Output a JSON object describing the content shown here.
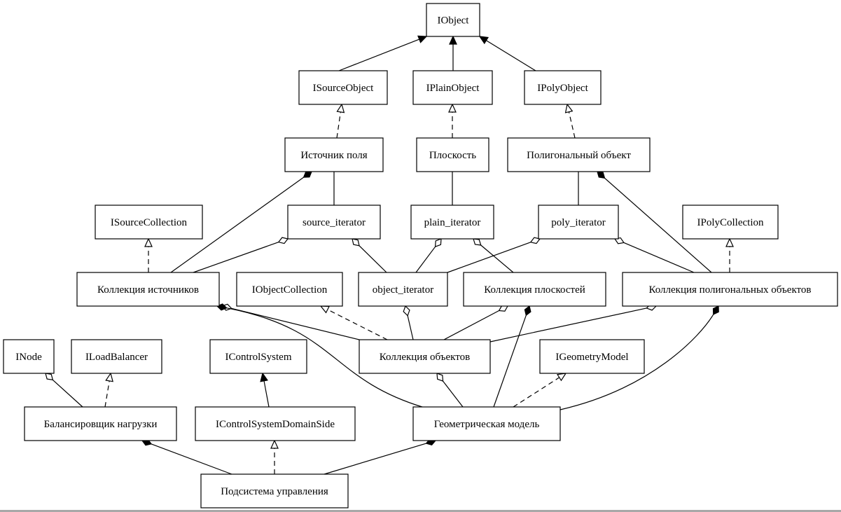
{
  "diagram": {
    "title": "",
    "nodes": [
      {
        "id": "iobject",
        "label": "IObject"
      },
      {
        "id": "isourceobject",
        "label": "ISourceObject"
      },
      {
        "id": "iplainobject",
        "label": "IPlainObject"
      },
      {
        "id": "ipolyobject",
        "label": "IPolyObject"
      },
      {
        "id": "field_source",
        "label": "Источник поля"
      },
      {
        "id": "plane",
        "label": "Плоскость"
      },
      {
        "id": "poly_object",
        "label": "Полигональный объект"
      },
      {
        "id": "isourcecollection",
        "label": "ISourceCollection"
      },
      {
        "id": "source_iterator",
        "label": "source_iterator"
      },
      {
        "id": "plain_iterator",
        "label": "plain_iterator"
      },
      {
        "id": "poly_iterator",
        "label": "poly_iterator"
      },
      {
        "id": "ipolycollection",
        "label": "IPolyCollection"
      },
      {
        "id": "source_collection",
        "label": "Коллекция источников"
      },
      {
        "id": "iobjectcollection",
        "label": "IObjectCollection"
      },
      {
        "id": "object_iterator",
        "label": "object_iterator"
      },
      {
        "id": "plane_collection",
        "label": "Коллекция плоскостей"
      },
      {
        "id": "poly_collection",
        "label": "Коллекция полигональных объектов"
      },
      {
        "id": "inode",
        "label": "INode"
      },
      {
        "id": "iloadbalancer",
        "label": "ILoadBalancer"
      },
      {
        "id": "icontrolsystem",
        "label": "IControlSystem"
      },
      {
        "id": "object_collection",
        "label": "Коллекция объектов"
      },
      {
        "id": "igeometrymodel",
        "label": "IGeometryModel"
      },
      {
        "id": "load_balancer",
        "label": "Балансировщик нагрузки"
      },
      {
        "id": "icontrolsystemdomainside",
        "label": "IControlSystemDomainSide"
      },
      {
        "id": "geometry_model",
        "label": "Геометрическая модель"
      },
      {
        "id": "control_subsystem",
        "label": "Подсистема управления"
      }
    ],
    "edges": [
      {
        "from": "isourceobject",
        "to": "iobject",
        "type": "inheritance"
      },
      {
        "from": "iplainobject",
        "to": "iobject",
        "type": "inheritance"
      },
      {
        "from": "ipolyobject",
        "to": "iobject",
        "type": "inheritance"
      },
      {
        "from": "field_source",
        "to": "isourceobject",
        "type": "realization"
      },
      {
        "from": "plane",
        "to": "iplainobject",
        "type": "realization"
      },
      {
        "from": "poly_object",
        "to": "ipolyobject",
        "type": "realization"
      },
      {
        "from": "source_iterator",
        "to": "field_source",
        "type": "association"
      },
      {
        "from": "plain_iterator",
        "to": "plane",
        "type": "association"
      },
      {
        "from": "poly_iterator",
        "to": "poly_object",
        "type": "association"
      },
      {
        "from": "source_collection",
        "to": "isourcecollection",
        "type": "realization"
      },
      {
        "from": "source_collection",
        "to": "field_source",
        "type": "composition"
      },
      {
        "from": "source_collection",
        "to": "source_iterator",
        "type": "aggregation"
      },
      {
        "from": "object_iterator",
        "to": "source_iterator",
        "type": "aggregation"
      },
      {
        "from": "object_iterator",
        "to": "plain_iterator",
        "type": "aggregation"
      },
      {
        "from": "object_iterator",
        "to": "poly_iterator",
        "type": "aggregation"
      },
      {
        "from": "plane_collection",
        "to": "plain_iterator",
        "type": "aggregation"
      },
      {
        "from": "poly_collection",
        "to": "poly_iterator",
        "type": "aggregation"
      },
      {
        "from": "poly_collection",
        "to": "poly_object",
        "type": "composition"
      },
      {
        "from": "poly_collection",
        "to": "ipolycollection",
        "type": "realization"
      },
      {
        "from": "object_collection",
        "to": "iobjectcollection",
        "type": "realization"
      },
      {
        "from": "object_collection",
        "to": "object_iterator",
        "type": "aggregation"
      },
      {
        "from": "object_collection",
        "to": "source_collection",
        "type": "aggregation"
      },
      {
        "from": "object_collection",
        "to": "plane_collection",
        "type": "aggregation"
      },
      {
        "from": "object_collection",
        "to": "poly_collection",
        "type": "aggregation"
      },
      {
        "from": "geometry_model",
        "to": "object_collection",
        "type": "aggregation"
      },
      {
        "from": "geometry_model",
        "to": "source_collection",
        "type": "composition"
      },
      {
        "from": "geometry_model",
        "to": "plane_collection",
        "type": "composition"
      },
      {
        "from": "geometry_model",
        "to": "poly_collection",
        "type": "composition"
      },
      {
        "from": "geometry_model",
        "to": "igeometrymodel",
        "type": "realization"
      },
      {
        "from": "load_balancer",
        "to": "inode",
        "type": "aggregation"
      },
      {
        "from": "load_balancer",
        "to": "iloadbalancer",
        "type": "realization"
      },
      {
        "from": "icontrolsystemdomainside",
        "to": "icontrolsystem",
        "type": "inheritance"
      },
      {
        "from": "control_subsystem",
        "to": "load_balancer",
        "type": "composition"
      },
      {
        "from": "control_subsystem",
        "to": "icontrolsystemdomainside",
        "type": "realization"
      },
      {
        "from": "control_subsystem",
        "to": "geometry_model",
        "type": "composition"
      }
    ]
  }
}
